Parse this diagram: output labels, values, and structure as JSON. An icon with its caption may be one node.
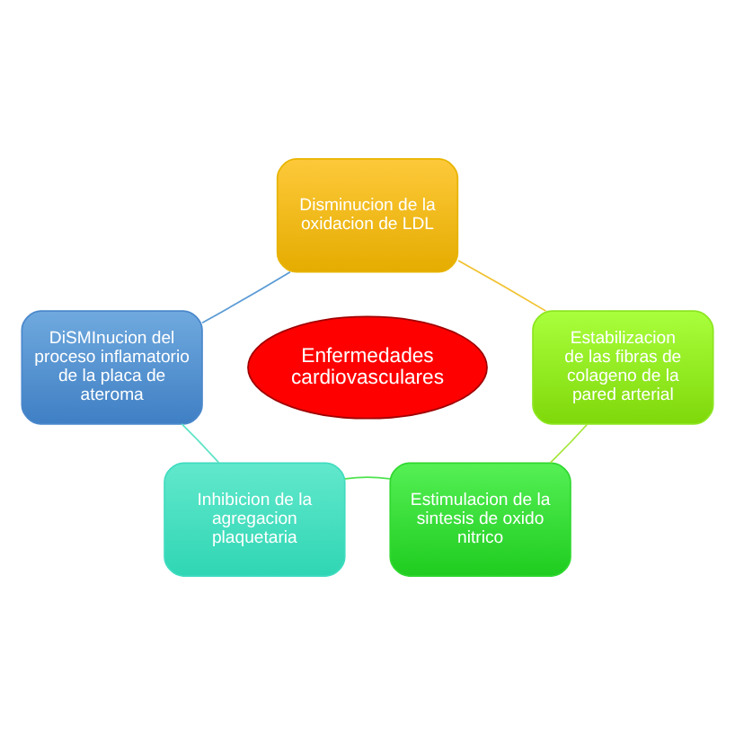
{
  "diagram": {
    "nodes": [
      {
        "text": [
          "Disminucion de la oxidacion de LDL"
        ]
      },
      {
        "text": [
          "DiSMInucion del proceso inflamatorio de la placa de ateroma"
        ]
      },
      {
        "text": [
          "Estabilizacion de las fibras de colageno de la pared arterial"
        ]
      },
      {
        "text": [
          "Enfermedades cardiovasculares"
        ]
      },
      {
        "text": [
          "Inhibicion de la agregacion plaquetaria"
        ]
      },
      {
        "text": [
          "Estimulacion de la sintesis de oxido nitrico"
        ]
      }
    ],
    "edges": [
      {
        "from": 0,
        "to": 2,
        "arrow": "none",
        "color": "#f2c12e"
      },
      {
        "from": 2,
        "to": 5,
        "arrow": "none",
        "color": "#a6e63c"
      },
      {
        "from": 5,
        "to": 4,
        "arrow": "none",
        "color": "#4fe34f"
      },
      {
        "from": 4,
        "to": 1,
        "arrow": "none",
        "color": "#5fe3c6"
      },
      {
        "from": 1,
        "to": 0,
        "arrow": "none",
        "color": "#5b9bd5"
      }
    ]
  }
}
